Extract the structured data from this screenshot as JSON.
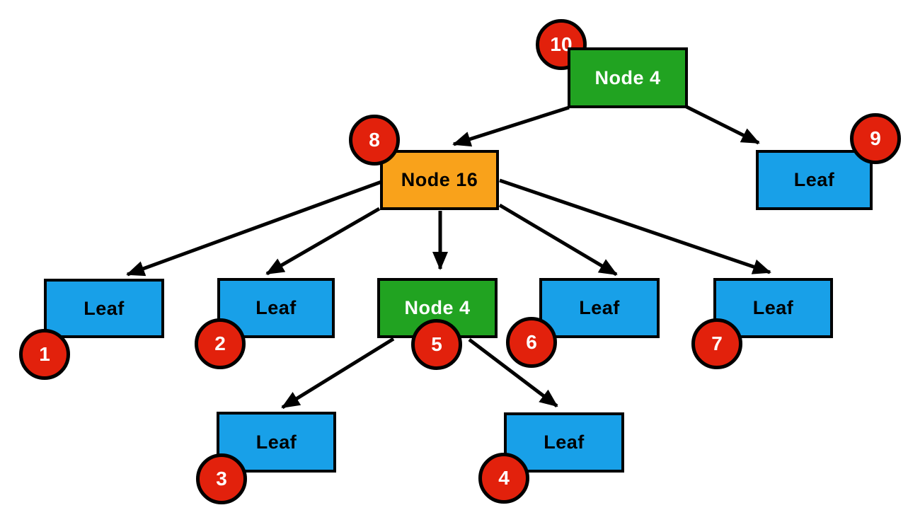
{
  "diagram": {
    "background": "#FFFFFF",
    "colors": {
      "green": "#21A321",
      "orange": "#F9A21B",
      "blue": "#18A0E8",
      "red": "#E2210C",
      "edge": "#000000",
      "node_border": "#000000"
    },
    "nodes": [
      {
        "label": "Node 4",
        "badge": "10",
        "kind": "internal",
        "color_key": "green"
      },
      {
        "label": "Node 16",
        "badge": "8",
        "kind": "internal",
        "color_key": "orange"
      },
      {
        "label": "Leaf",
        "badge": "9",
        "kind": "leaf",
        "color_key": "blue"
      },
      {
        "label": "Leaf",
        "badge": "1",
        "kind": "leaf",
        "color_key": "blue"
      },
      {
        "label": "Leaf",
        "badge": "2",
        "kind": "leaf",
        "color_key": "blue"
      },
      {
        "label": "Node 4",
        "badge": "5",
        "kind": "internal",
        "color_key": "green"
      },
      {
        "label": "Leaf",
        "badge": "6",
        "kind": "leaf",
        "color_key": "blue"
      },
      {
        "label": "Leaf",
        "badge": "7",
        "kind": "leaf",
        "color_key": "blue"
      },
      {
        "label": "Leaf",
        "badge": "3",
        "kind": "leaf",
        "color_key": "blue"
      },
      {
        "label": "Leaf",
        "badge": "4",
        "kind": "leaf",
        "color_key": "blue"
      }
    ]
  }
}
